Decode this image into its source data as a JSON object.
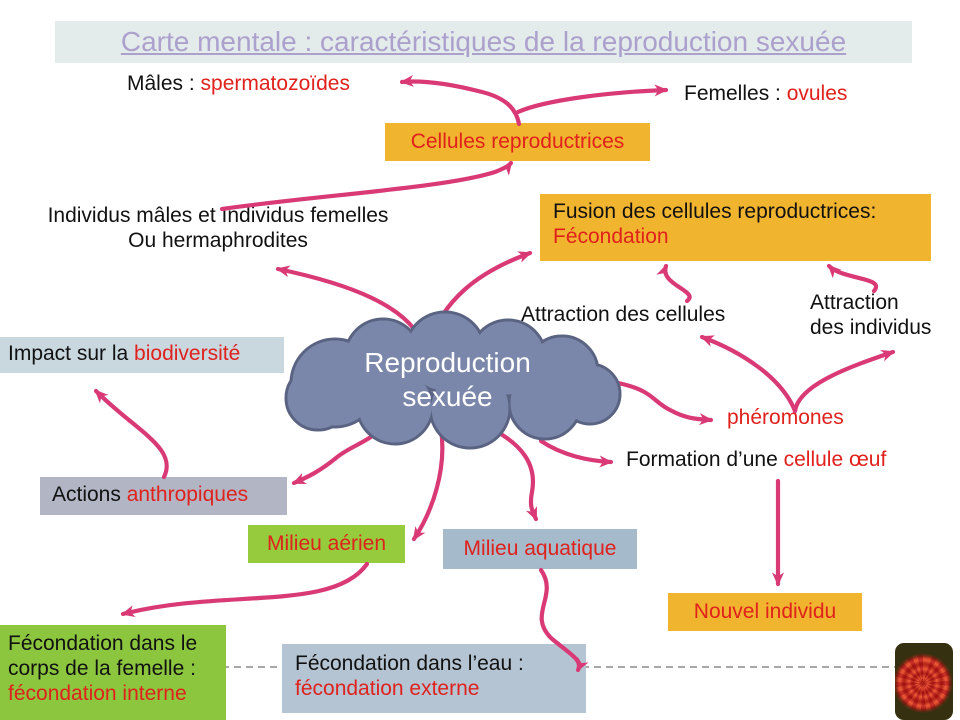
{
  "title": {
    "text": "Carte mentale : caractéristiques de la reproduction sexuée"
  },
  "center": {
    "line1": "Reproduction",
    "line2": "sexuée"
  },
  "nodes": {
    "males": {
      "prefix": "Mâles : ",
      "highlight": "spermatozoïdes"
    },
    "femelles": {
      "prefix": "Femelles : ",
      "highlight": "ovules"
    },
    "cellules": {
      "text": "Cellules reproductrices"
    },
    "individus": {
      "line1": "Individus mâles et Individus femelles",
      "line2": "Ou hermaphrodites"
    },
    "fusion": {
      "line1": "Fusion des cellules reproductrices:",
      "highlight": "Fécondation"
    },
    "attraction_cellules": {
      "text": "Attraction des cellules"
    },
    "attraction_individus": {
      "line1": "Attraction",
      "line2": "des individus"
    },
    "impact": {
      "prefix": "Impact sur la ",
      "highlight": "biodiversité"
    },
    "pheromones": {
      "text": "phéromones"
    },
    "formation": {
      "prefix": "Formation d’une ",
      "highlight": "cellule œuf"
    },
    "actions": {
      "prefix": "Actions ",
      "highlight": "anthropiques"
    },
    "milieu_aerien": {
      "text": "Milieu aérien"
    },
    "milieu_aquatique": {
      "text": "Milieu aquatique"
    },
    "nouvel_individu": {
      "text": "Nouvel individu"
    },
    "fecondation_interne": {
      "line1": "Fécondation dans le",
      "line2": "corps de la femelle :",
      "highlight": "fécondation interne"
    },
    "fecondation_externe": {
      "line1": "Fécondation dans l’eau :",
      "highlight": "fécondation externe"
    }
  },
  "colors": {
    "arrow_pink": "#D93A76",
    "highlight_red": "#E0211C",
    "box_orange": "#F1B42F",
    "box_green": "#8CC63E",
    "box_steel_light": "#C9D7DF",
    "box_steel": "#A5BACA",
    "box_gray_lavender": "#B2B6C4",
    "cloud_fill": "#7B87AA",
    "cloud_stroke": "#5A6382",
    "title_purple": "#ACA0CD",
    "title_bar_bg": "#E3EBEB"
  }
}
